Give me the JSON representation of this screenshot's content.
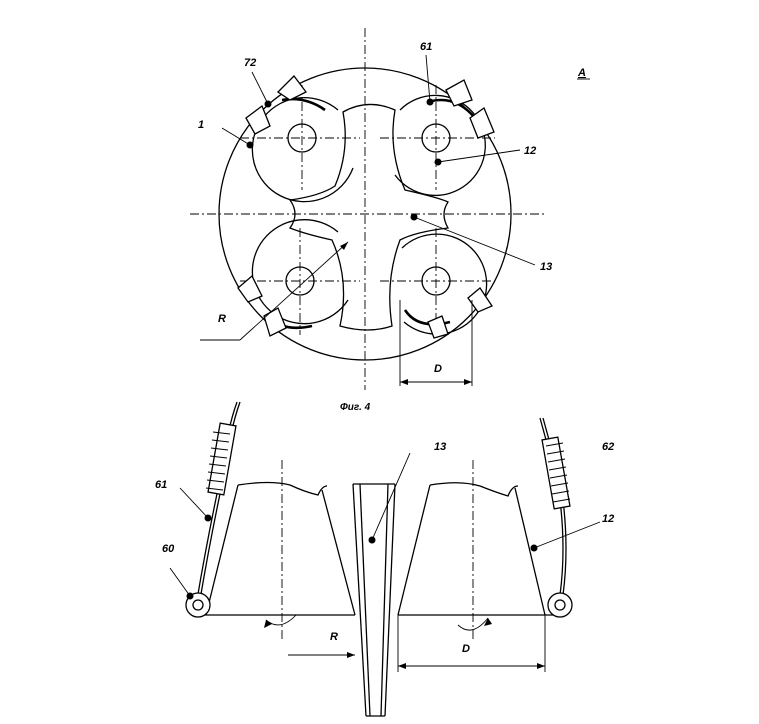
{
  "figure": {
    "view_label": "A",
    "caption": "Фиг. 4"
  },
  "top_view": {
    "labels": {
      "disc": "1",
      "brush": "72",
      "spring": "61",
      "cone": "12",
      "center": "13",
      "radius": "R",
      "diameter": "D"
    }
  },
  "side_view": {
    "labels": {
      "spring_left": "61",
      "roller": "60",
      "center": "13",
      "spring_right": "62",
      "cone": "12",
      "radius": "R",
      "diameter": "D"
    }
  }
}
